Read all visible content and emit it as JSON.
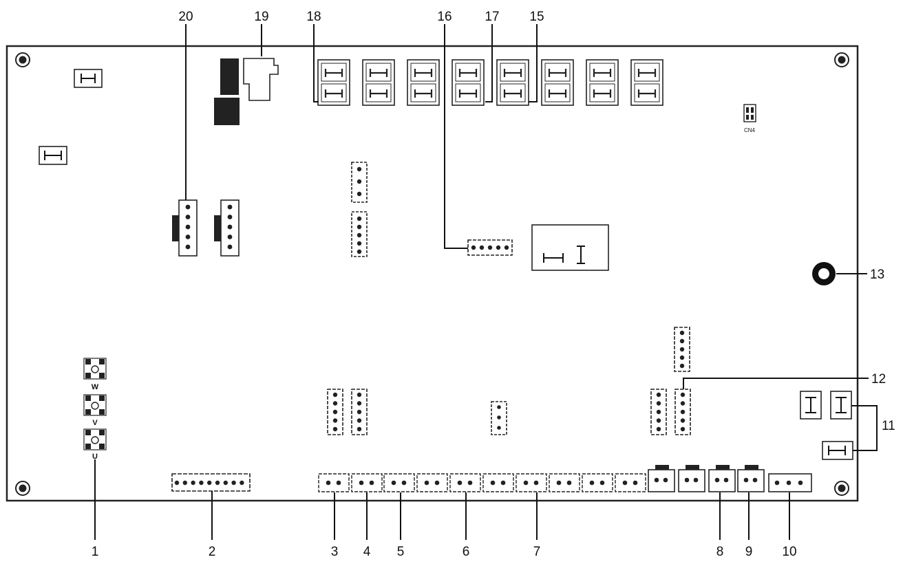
{
  "callouts": [
    "1",
    "2",
    "3",
    "4",
    "5",
    "6",
    "7",
    "8",
    "9",
    "10",
    "11",
    "12",
    "13",
    "15",
    "16",
    "17",
    "18",
    "19",
    "20"
  ],
  "labels": {
    "w": "W",
    "v": "V",
    "u": "U",
    "cn": "CN4"
  },
  "colors": {
    "line": "#111111",
    "fill": "#222222",
    "background": "#ffffff"
  }
}
